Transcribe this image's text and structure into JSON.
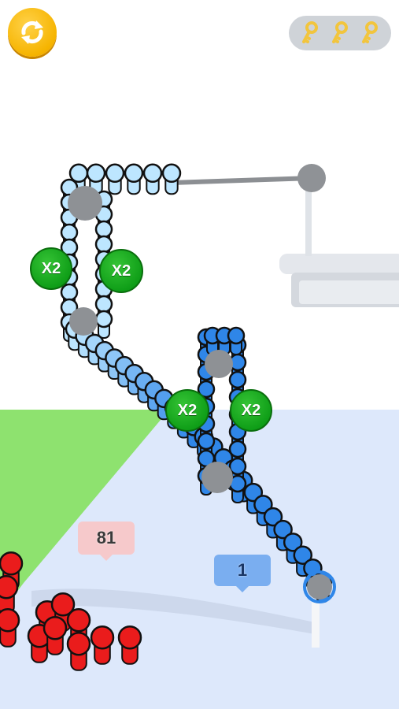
{
  "hud": {
    "restart_icon": "restart-arrows-icon",
    "keys_icon": "key-icon",
    "keys": 3
  },
  "multipliers": [
    {
      "label": "X2"
    },
    {
      "label": "X2"
    },
    {
      "label": "X2"
    },
    {
      "label": "X2"
    }
  ],
  "counts": {
    "enemy": "81",
    "player": "1"
  },
  "colors": {
    "player_dark": "#2f86e8",
    "player_light": "#bde6ff",
    "enemy": "#ea1c1c",
    "floor": "#dce7fb",
    "grass": "#8be46d",
    "multiplier": "#12a51b",
    "coin": "#f6b400"
  }
}
